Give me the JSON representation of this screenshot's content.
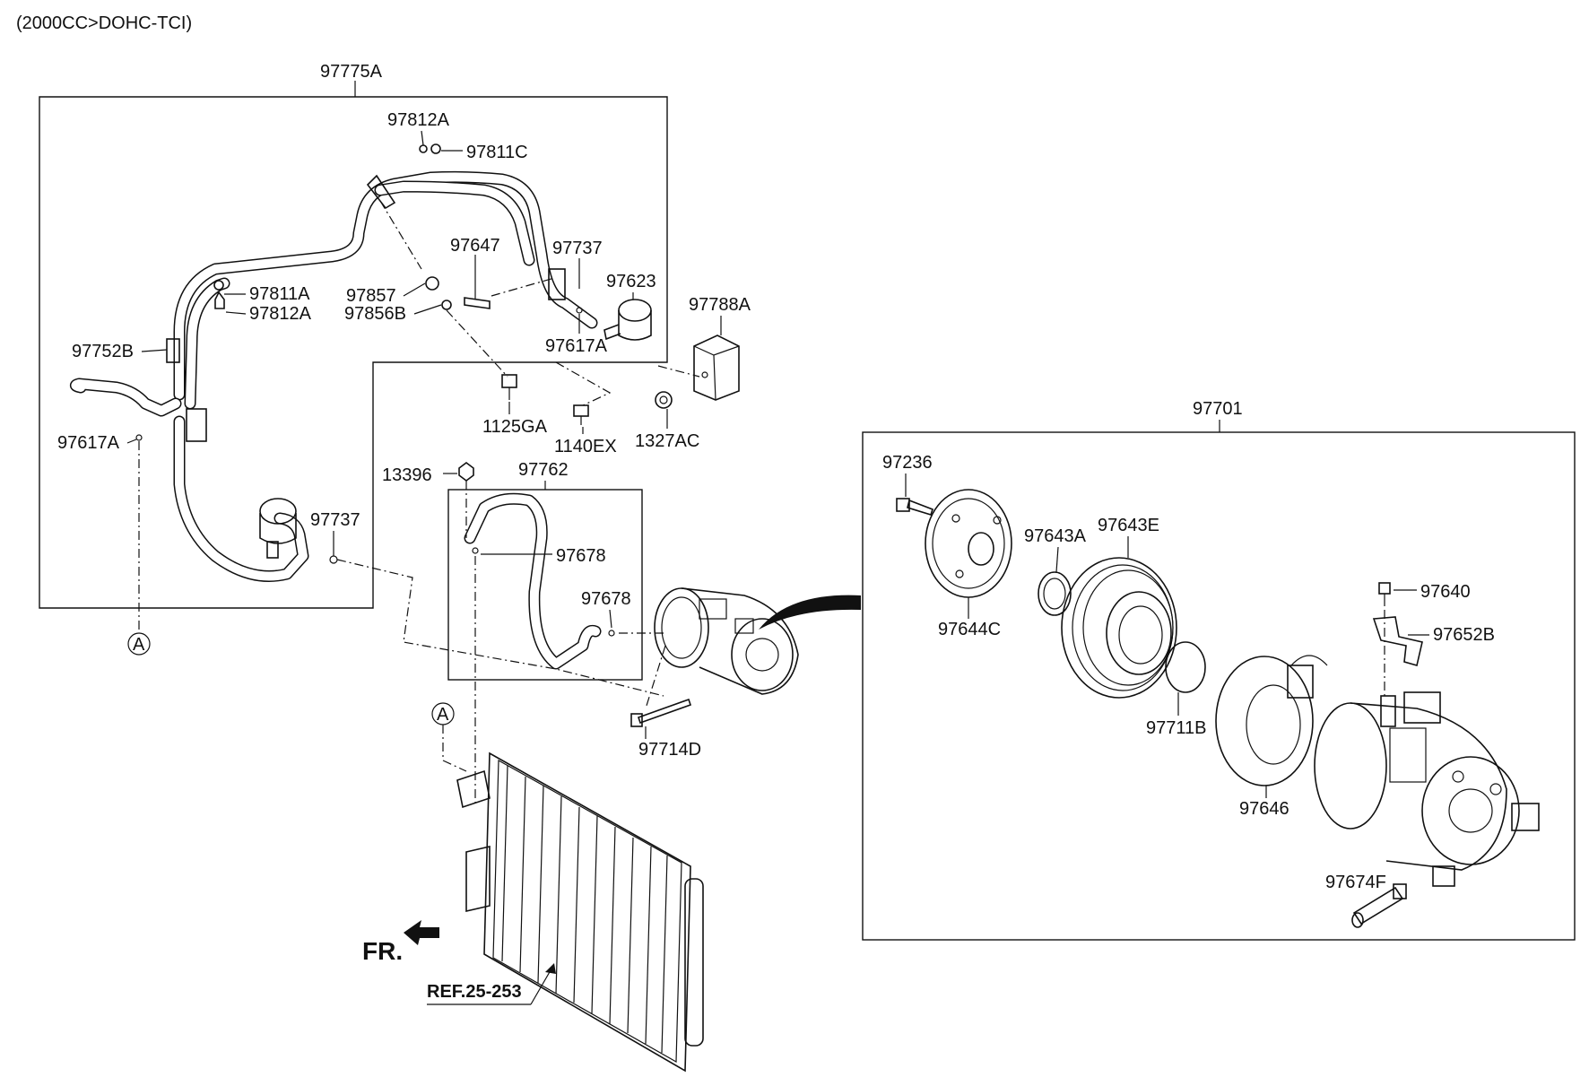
{
  "header": {
    "engine_spec": "(2000CC>DOHC-TCI)"
  },
  "assemblies": {
    "hose_box": "97775A",
    "discharge_box": "97762",
    "compressor_box": "97701"
  },
  "labels": {
    "p97812A_top": "97812A",
    "p97811C": "97811C",
    "p97647": "97647",
    "p97737_top": "97737",
    "p97623": "97623",
    "p97857": "97857",
    "p97856B": "97856B",
    "p97811A": "97811A",
    "p97812A_mid": "97812A",
    "p97752B": "97752B",
    "p97617A_mid": "97617A",
    "p97617A_left": "97617A",
    "p97737_low": "97737",
    "p97788A": "97788A",
    "p1125GA": "1125GA",
    "p1140EX": "1140EX",
    "p1327AC": "1327AC",
    "p13396": "13396",
    "p97678_a": "97678",
    "p97678_b": "97678",
    "p97714D": "97714D",
    "p97236": "97236",
    "p97643A": "97643A",
    "p97643E": "97643E",
    "p97644C": "97644C",
    "p97640": "97640",
    "p97652B": "97652B",
    "p97711B": "97711B",
    "p97646": "97646",
    "p97674F": "97674F"
  },
  "connectors": {
    "a_left": "A",
    "a_mid": "A"
  },
  "reference": {
    "ref_label": "REF.25-253"
  },
  "direction": {
    "front_label": "FR."
  }
}
